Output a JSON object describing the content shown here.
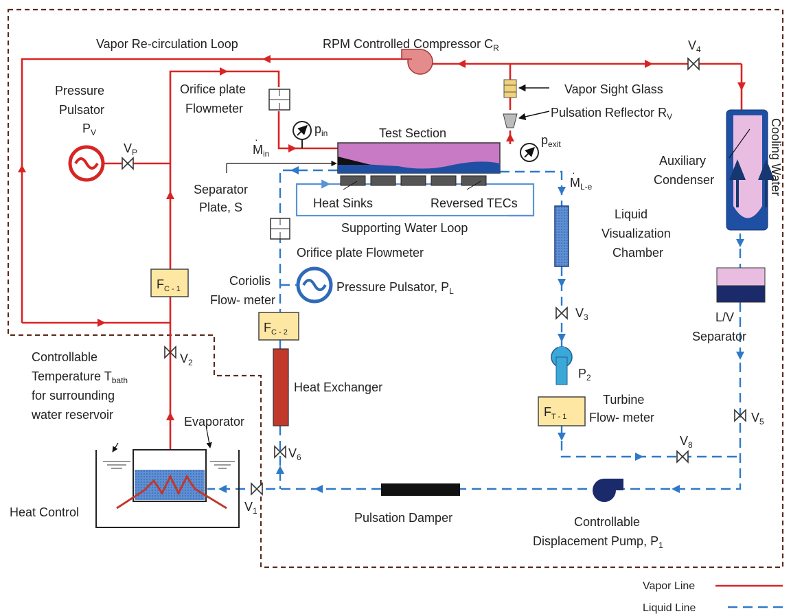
{
  "labels": {
    "vapor_loop": "Vapor Re-circulation Loop",
    "compressor": "RPM Controlled Compressor C",
    "compressor_sub": "R",
    "v4": "V",
    "v4_sub": "4",
    "vapor_sight_glass": "Vapor Sight Glass",
    "pulsation_reflector": "Pulsation Reflector R",
    "pulsation_reflector_sub": "V",
    "pressure_pulsator_v_1": "Pressure",
    "pressure_pulsator_v_2": "Pulsator",
    "pressure_pulsator_v_3": "P",
    "pressure_pulsator_v_3_sub": "V",
    "vp": "V",
    "vp_sub": "P",
    "orifice_top_1": "Orifice plate",
    "orifice_top_2": "Flowmeter",
    "p_in": "p",
    "p_in_sub": "in",
    "m_in": "M",
    "m_in_sub": "in",
    "test_section": "Test Section",
    "p_exit": "p",
    "p_exit_sub": "exit",
    "m_le": "M",
    "m_le_sub": "L-e",
    "cooling_water": "Cooling Water",
    "aux_condenser_1": "Auxiliary",
    "aux_condenser_2": "Condenser",
    "separator_plate_1": "Separator",
    "separator_plate_2": "Plate, S",
    "heat_sinks": "Heat Sinks",
    "reversed_tecs": "Reversed TECs",
    "supporting_water_loop": "Supporting Water Loop",
    "liquid_vis_1": "Liquid",
    "liquid_vis_2": "Visualization",
    "liquid_vis_3": "Chamber",
    "orifice_bottom": "Orifice plate Flowmeter",
    "coriolis_1": "Coriolis",
    "coriolis_2": "Flow- meter",
    "pressure_pulsator_l": "Pressure Pulsator, P",
    "pressure_pulsator_l_sub": "L",
    "fc1": "F",
    "fc1_sub": "C - 1",
    "fc2": "F",
    "fc2_sub": "C - 2",
    "ft1": "F",
    "ft1_sub": "T - 1",
    "v3": "V",
    "v3_sub": "3",
    "lv_sep_1": "L/V",
    "lv_sep_2": "Separator",
    "controllable_temp_1": "Controllable",
    "controllable_temp_2": "Temperature T",
    "controllable_temp_2_sub": "bath",
    "controllable_temp_3": "for surrounding",
    "controllable_temp_4": "water reservoir",
    "v2": "V",
    "v2_sub": "2",
    "heat_exchanger": "Heat Exchanger",
    "p2": "P",
    "p2_sub": "2",
    "turbine_1": "Turbine",
    "turbine_2": "Flow- meter",
    "evaporator": "Evaporator",
    "v6": "V",
    "v6_sub": "6",
    "v8": "V",
    "v8_sub": "8",
    "v5": "V",
    "v5_sub": "5",
    "v1": "V",
    "v1_sub": "1",
    "heat_control": "Heat Control",
    "pulsation_damper": "Pulsation Damper",
    "disp_pump_1": "Controllable",
    "disp_pump_2": "Displacement Pump, P",
    "disp_pump_2_sub": "1"
  },
  "legend": {
    "vapor_line": "Vapor Line",
    "liquid_line": "Liquid Line"
  },
  "colors": {
    "vapor": "#d92424",
    "liquid": "#2f79c9",
    "boundary": "#5a2a1c",
    "flowmeter_fill": "#fde7a2",
    "test_section_fill": "#c97ac4",
    "liquid_fill": "#1f4fa3",
    "condenser_fill": "#e9bde2"
  }
}
